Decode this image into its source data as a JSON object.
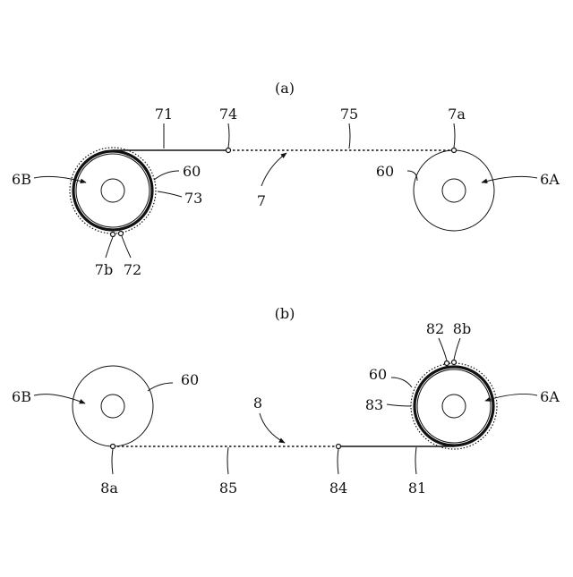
{
  "figure_a": {
    "caption": "(a)",
    "labels": {
      "segment_71": "71",
      "joint_74": "74",
      "segment_75": "75",
      "end_7a": "7a",
      "end_7b": "7b",
      "seam_72": "72",
      "wound_73": "73",
      "tape_7": "7",
      "roll_left": "6B",
      "roll_right": "6A",
      "core_left": "60",
      "core_right": "60"
    }
  },
  "figure_b": {
    "caption": "(b)",
    "labels": {
      "segment_81": "81",
      "joint_84": "84",
      "segment_85": "85",
      "end_8a": "8a",
      "end_8b": "8b",
      "seam_82": "82",
      "wound_83": "83",
      "tape_8": "8",
      "roll_left": "6B",
      "roll_right": "6A",
      "core_left": "60",
      "core_right": "60"
    }
  }
}
